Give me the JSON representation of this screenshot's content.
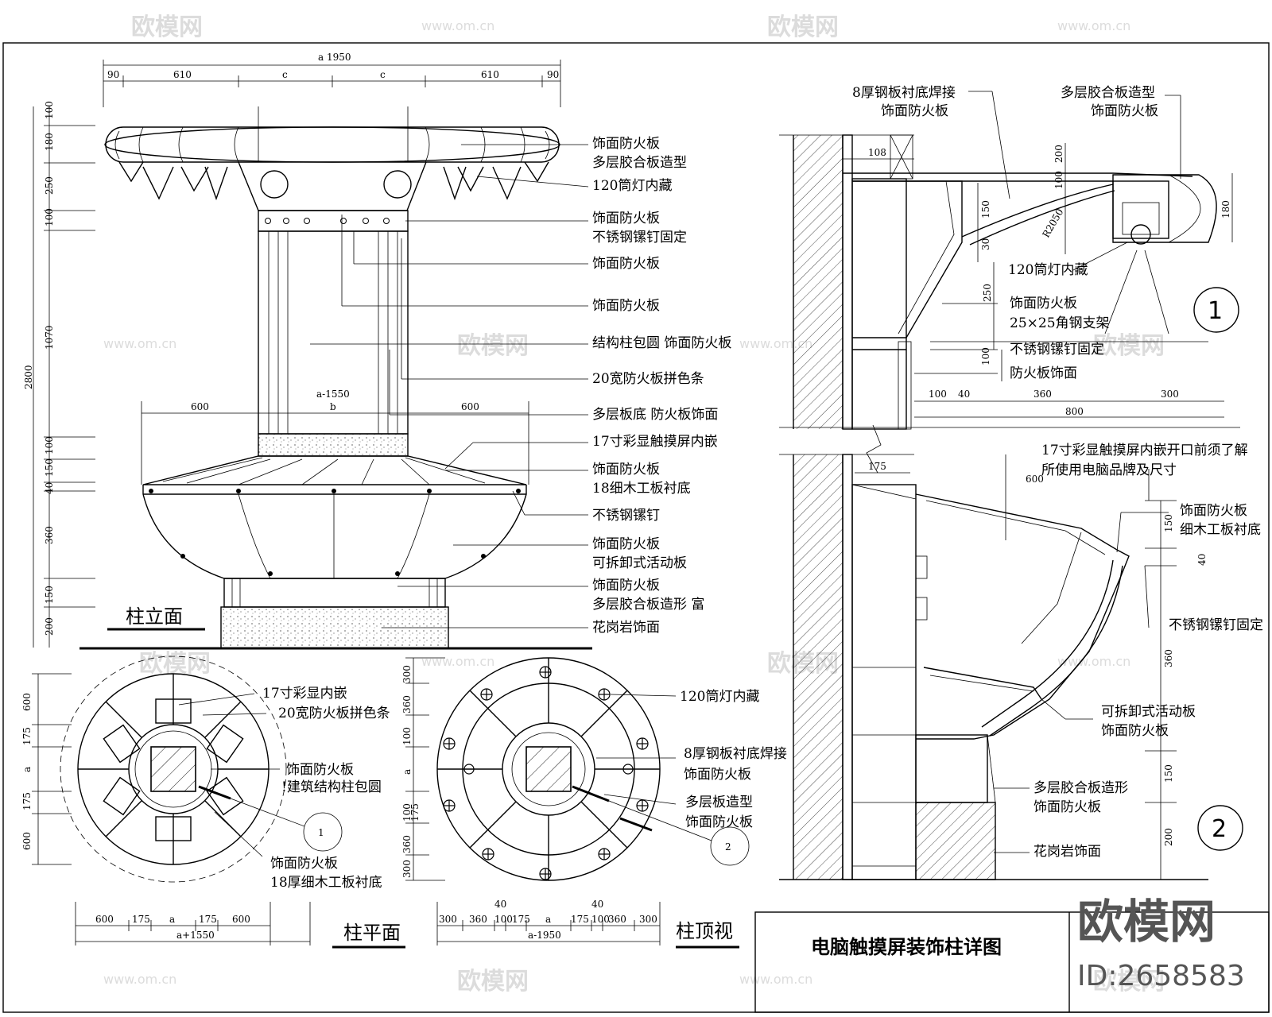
{
  "title": "电脑触摸屏装饰柱详图",
  "watermark": {
    "brand": "欧模网",
    "url": "www.om.cn",
    "id": "ID:2658583"
  },
  "views": {
    "elevation": {
      "title": "柱立面",
      "top_dims": {
        "overall": "a 1950",
        "segments": [
          "90",
          "610",
          "c",
          "c",
          "610",
          "90"
        ]
      },
      "mid_dims": {
        "overall": "a-1550",
        "segments": [
          "600",
          "b",
          "600"
        ]
      },
      "left_dims": [
        "100",
        "180",
        "250",
        "100",
        "2800",
        "1070",
        "100",
        "150",
        "40",
        "360",
        "150",
        "200"
      ],
      "labels": [
        "饰面防火板",
        "多层胶合板造型",
        "120筒灯内藏",
        "饰面防火板",
        "不锈钢镙钉固定",
        "饰面防火板",
        "饰面防火板",
        "结构柱包圆 饰面防火板",
        "20宽防火板拼色条",
        "多层板底 防火板饰面",
        "17寸彩显触摸屏内嵌",
        "饰面防火板",
        "18细木工板衬底",
        "不锈钢镙钉",
        "饰面防火板",
        "可拆卸式活动板",
        "饰面防火板",
        "多层胶合板造形 富",
        "花岗岩饰面"
      ]
    },
    "plan": {
      "title": "柱平面",
      "labels": [
        "17寸彩显内嵌",
        "20宽防火板拼色条",
        "饰面防火板",
        "!建筑结构柱包圆",
        "饰面防火板",
        "18厚细木工板衬底"
      ],
      "bottom_dims": {
        "segments": [
          "600",
          "175",
          "a",
          "175",
          "600"
        ],
        "overall": "a+1550"
      },
      "left_dims": [
        "600",
        "175",
        "a",
        "175",
        "600"
      ],
      "callout": "1"
    },
    "top": {
      "title": "柱顶视",
      "labels": [
        "120筒灯内藏",
        "8厚钢板衬底焊接",
        "饰面防火板",
        "多层板造型",
        "饰面防火板"
      ],
      "bottom_dims": {
        "segments": [
          "300",
          "360",
          "100",
          "175",
          "a",
          "175",
          "100",
          "360",
          "300"
        ],
        "small": [
          "40",
          "40"
        ],
        "overall": "a-1950"
      },
      "left_dims": [
        "300",
        "360",
        "100",
        "a",
        "100",
        "175",
        "360",
        "300"
      ],
      "callout": "2"
    },
    "section1": {
      "number": "1",
      "labels": [
        "8厚钢板衬底焊接",
        "饰面防火板",
        "多层胶合板造型",
        "饰面防火板",
        "120筒灯内藏",
        "饰面防火板",
        "25×25角钢支架",
        "不锈钢镙钉固定",
        "防火板饰面"
      ],
      "dims": [
        "108",
        "200",
        "100",
        "150",
        "30",
        "R2050",
        "180",
        "250",
        "100",
        "100",
        "40",
        "360",
        "300",
        "800"
      ]
    },
    "section2": {
      "number": "2",
      "labels": [
        "17寸彩显触摸屏内嵌开口前须了解",
        "所使用电脑品牌及尺寸",
        "饰面防火板",
        "细木工板衬底",
        "不锈钢镙钉固定",
        "可拆卸式活动板",
        "饰面防火板",
        "多层胶合板造形",
        "饰面防火板",
        "花岗岩饰面"
      ],
      "dims": [
        "175",
        "600",
        "150",
        "40",
        "360",
        "150",
        "200"
      ]
    }
  }
}
